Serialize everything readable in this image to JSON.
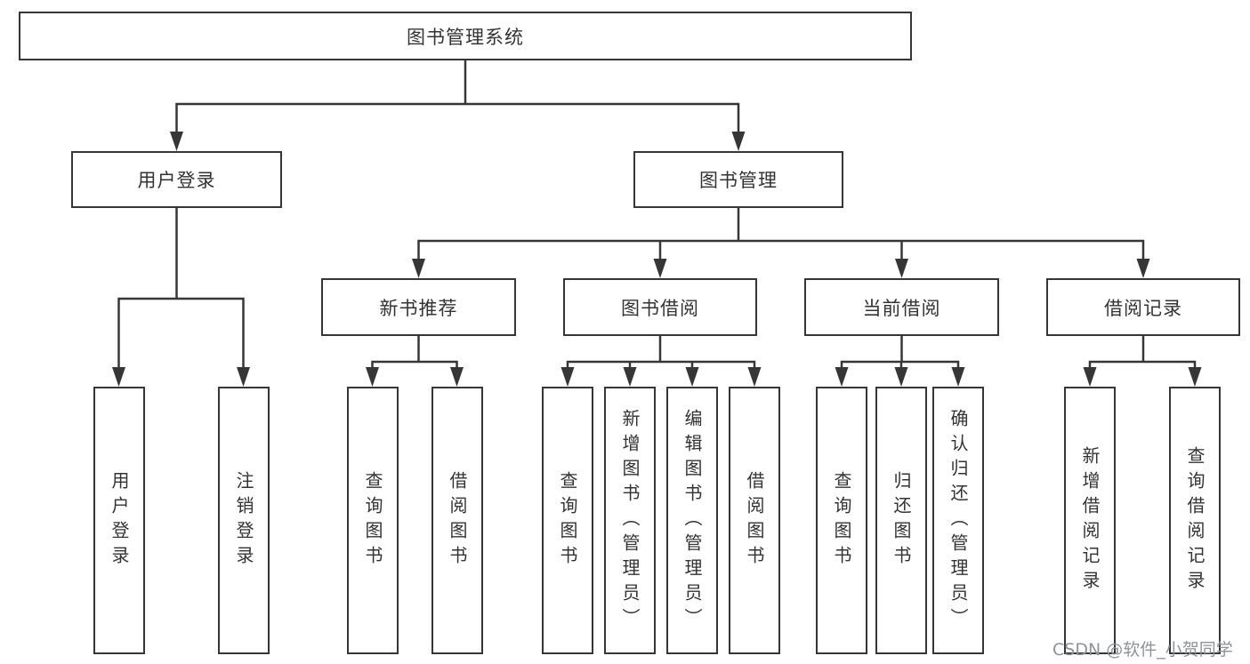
{
  "diagram": {
    "title": "图书管理系统",
    "branches": [
      {
        "label": "用户登录",
        "children": [
          {
            "label": "用户登录"
          },
          {
            "label": "注销登录"
          }
        ]
      },
      {
        "label": "图书管理",
        "children": [
          {
            "label": "新书推荐",
            "children": [
              {
                "label": "查询图书"
              },
              {
                "label": "借阅图书"
              }
            ]
          },
          {
            "label": "图书借阅",
            "children": [
              {
                "label": "查询图书"
              },
              {
                "label": "新增图书（管理员）"
              },
              {
                "label": "编辑图书（管理员）"
              },
              {
                "label": "借阅图书"
              }
            ]
          },
          {
            "label": "当前借阅",
            "children": [
              {
                "label": "查询图书"
              },
              {
                "label": "归还图书"
              },
              {
                "label": "确认归还（管理员）"
              }
            ]
          },
          {
            "label": "借阅记录",
            "children": [
              {
                "label": "新增借阅记录"
              },
              {
                "label": "查询借阅记录"
              }
            ]
          }
        ]
      }
    ]
  },
  "watermark": {
    "text": "CSDN @软件_小贺同学"
  },
  "colors": {
    "line": "#363636",
    "text": "#333333",
    "watermark": "#8e9399",
    "background": "#ffffff"
  }
}
